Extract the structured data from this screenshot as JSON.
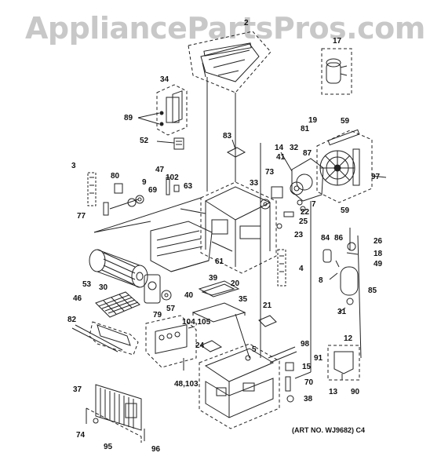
{
  "watermark": "AppliancePartsPros.com",
  "art_number": "(ART NO. WJ9682) C4",
  "callouts": [
    {
      "id": "c2",
      "text": "2"
    },
    {
      "id": "c17",
      "text": "17"
    },
    {
      "id": "c34",
      "text": "34"
    },
    {
      "id": "c89",
      "text": "89"
    },
    {
      "id": "c52",
      "text": "52"
    },
    {
      "id": "c83",
      "text": "83"
    },
    {
      "id": "c19",
      "text": "19"
    },
    {
      "id": "c59a",
      "text": "59"
    },
    {
      "id": "c81",
      "text": "81"
    },
    {
      "id": "c14",
      "text": "14"
    },
    {
      "id": "c41",
      "text": "41"
    },
    {
      "id": "c32",
      "text": "32"
    },
    {
      "id": "c87",
      "text": "87"
    },
    {
      "id": "c97",
      "text": "97"
    },
    {
      "id": "c3",
      "text": "3"
    },
    {
      "id": "c80",
      "text": "80"
    },
    {
      "id": "c47",
      "text": "47"
    },
    {
      "id": "c102",
      "text": "102"
    },
    {
      "id": "c63",
      "text": "63"
    },
    {
      "id": "c9",
      "text": "9"
    },
    {
      "id": "c69",
      "text": "69"
    },
    {
      "id": "c73",
      "text": "73"
    },
    {
      "id": "c33",
      "text": "33"
    },
    {
      "id": "c59b",
      "text": "59"
    },
    {
      "id": "c7",
      "text": "7"
    },
    {
      "id": "c22",
      "text": "22"
    },
    {
      "id": "c25",
      "text": "25"
    },
    {
      "id": "c77",
      "text": "77"
    },
    {
      "id": "c23",
      "text": "23"
    },
    {
      "id": "c84",
      "text": "84"
    },
    {
      "id": "c86",
      "text": "86"
    },
    {
      "id": "c26",
      "text": "26"
    },
    {
      "id": "c18",
      "text": "18"
    },
    {
      "id": "c49",
      "text": "49"
    },
    {
      "id": "c61",
      "text": "61"
    },
    {
      "id": "c4",
      "text": "4"
    },
    {
      "id": "c8",
      "text": "8"
    },
    {
      "id": "c39",
      "text": "39"
    },
    {
      "id": "c20",
      "text": "20"
    },
    {
      "id": "c30",
      "text": "30"
    },
    {
      "id": "c53",
      "text": "53"
    },
    {
      "id": "c85",
      "text": "85"
    },
    {
      "id": "c40",
      "text": "40"
    },
    {
      "id": "c35",
      "text": "35"
    },
    {
      "id": "c46",
      "text": "46"
    },
    {
      "id": "c57",
      "text": "57"
    },
    {
      "id": "c21",
      "text": "21"
    },
    {
      "id": "c31",
      "text": "31"
    },
    {
      "id": "c79",
      "text": "79"
    },
    {
      "id": "c82",
      "text": "82"
    },
    {
      "id": "c104",
      "text": "104,105"
    },
    {
      "id": "c12",
      "text": "12"
    },
    {
      "id": "c24",
      "text": "24"
    },
    {
      "id": "c5",
      "text": "5"
    },
    {
      "id": "c98",
      "text": "98"
    },
    {
      "id": "c91",
      "text": "91"
    },
    {
      "id": "c15",
      "text": "15"
    },
    {
      "id": "c48",
      "text": "48,103"
    },
    {
      "id": "c70",
      "text": "70"
    },
    {
      "id": "c13",
      "text": "13"
    },
    {
      "id": "c90",
      "text": "90"
    },
    {
      "id": "c37",
      "text": "37"
    },
    {
      "id": "c38",
      "text": "38"
    },
    {
      "id": "c74",
      "text": "74"
    },
    {
      "id": "c95",
      "text": "95"
    },
    {
      "id": "c96",
      "text": "96"
    }
  ]
}
